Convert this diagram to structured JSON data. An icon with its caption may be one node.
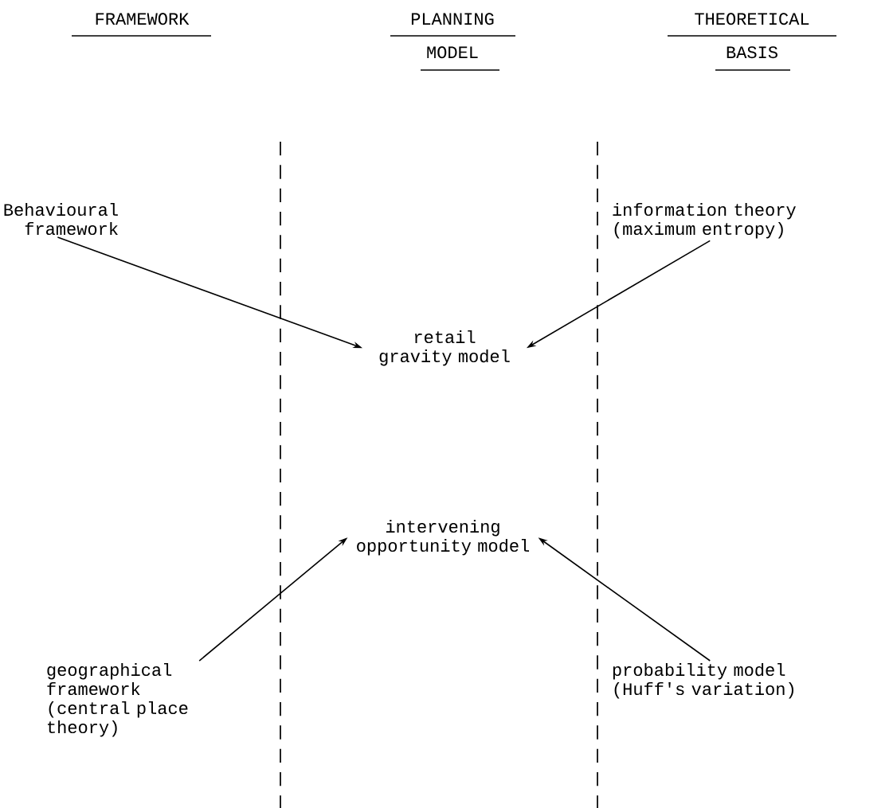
{
  "diagram": {
    "nodes": [
      {
        "text": [
          "Behavioural framework"
        ]
      },
      {
        "text": [
          "information theory (maximum entropy)"
        ]
      },
      {
        "text": [
          "retail gravity model"
        ]
      },
      {
        "text": [
          "intervening opportunity model"
        ]
      },
      {
        "text": [
          "geographical framework (central place theory)"
        ]
      },
      {
        "text": [
          "probability model (Huff's variation)"
        ]
      }
    ],
    "edges": [
      {
        "from": 0,
        "to": 2,
        "arrow": "to"
      },
      {
        "from": 1,
        "to": 2,
        "arrow": "to"
      },
      {
        "from": 4,
        "to": 3,
        "arrow": "to"
      },
      {
        "from": 5,
        "to": 3,
        "arrow": "to"
      }
    ],
    "labels": [
      "FRAMEWORK",
      "PLANNING MODEL",
      "THEORETICAL BASIS"
    ]
  }
}
